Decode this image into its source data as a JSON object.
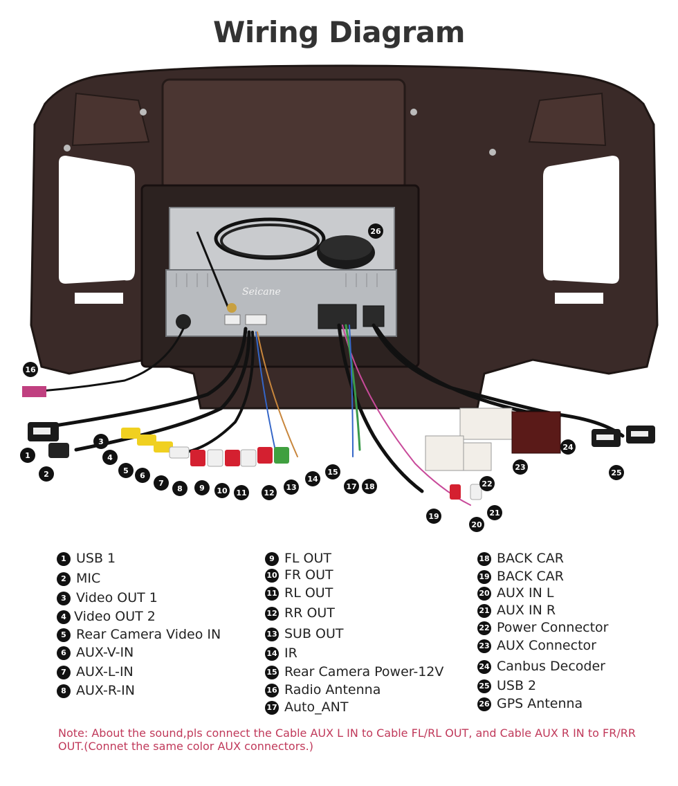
{
  "title": "Wiring Diagram",
  "brand_mark": "Seicane",
  "photo_description_icon": "car-stereo-wiring-photo",
  "callouts": [
    "1",
    "2",
    "3",
    "4",
    "5",
    "6",
    "7",
    "8",
    "9",
    "10",
    "11",
    "12",
    "13",
    "14",
    "15",
    "16",
    "17",
    "18",
    "19",
    "20",
    "21",
    "22",
    "23",
    "24",
    "25",
    "26"
  ],
  "legend": {
    "col1": [
      {
        "num": "1",
        "label": "USB 1"
      },
      {
        "num": "2",
        "label": "MIC"
      },
      {
        "num": "3",
        "label": "Video OUT 1"
      },
      {
        "num": "4",
        "label": "Video OUT 2"
      },
      {
        "num": "5",
        "label": "Rear Camera Video IN"
      },
      {
        "num": "6",
        "label": "AUX-V-IN"
      },
      {
        "num": "7",
        "label": "AUX-L-IN"
      },
      {
        "num": "8",
        "label": "AUX-R-IN"
      }
    ],
    "col2": [
      {
        "num": "9",
        "label": "FL OUT"
      },
      {
        "num": "10",
        "label": "FR OUT"
      },
      {
        "num": "11",
        "label": "RL OUT"
      },
      {
        "num": "12",
        "label": "RR OUT"
      },
      {
        "num": "13",
        "label": "SUB OUT"
      },
      {
        "num": "14",
        "label": "IR"
      },
      {
        "num": "15",
        "label": "Rear Camera Power-12V"
      },
      {
        "num": "16",
        "label": "Radio Antenna"
      },
      {
        "num": "17",
        "label": "Auto_ANT"
      }
    ],
    "col3": [
      {
        "num": "18",
        "label": "BACK CAR"
      },
      {
        "num": "19",
        "label": "BACK CAR"
      },
      {
        "num": "20",
        "label": "AUX IN L"
      },
      {
        "num": "21",
        "label": "AUX IN R"
      },
      {
        "num": "22",
        "label": "Power Connector"
      },
      {
        "num": "23",
        "label": "AUX Connector"
      },
      {
        "num": "24",
        "label": "Canbus Decoder"
      },
      {
        "num": "25",
        "label": "USB 2"
      },
      {
        "num": "26",
        "label": "GPS Antenna"
      }
    ]
  },
  "note": "Note: About the sound,pls connect the Cable AUX L IN to Cable FL/RL OUT, and Cable AUX R IN to FR/RR OUT.(Connet the same color AUX connectors.)",
  "colors": {
    "note": "#c0395a",
    "badge": "#111111",
    "frame": "#3a2a28",
    "title": "#333333"
  }
}
